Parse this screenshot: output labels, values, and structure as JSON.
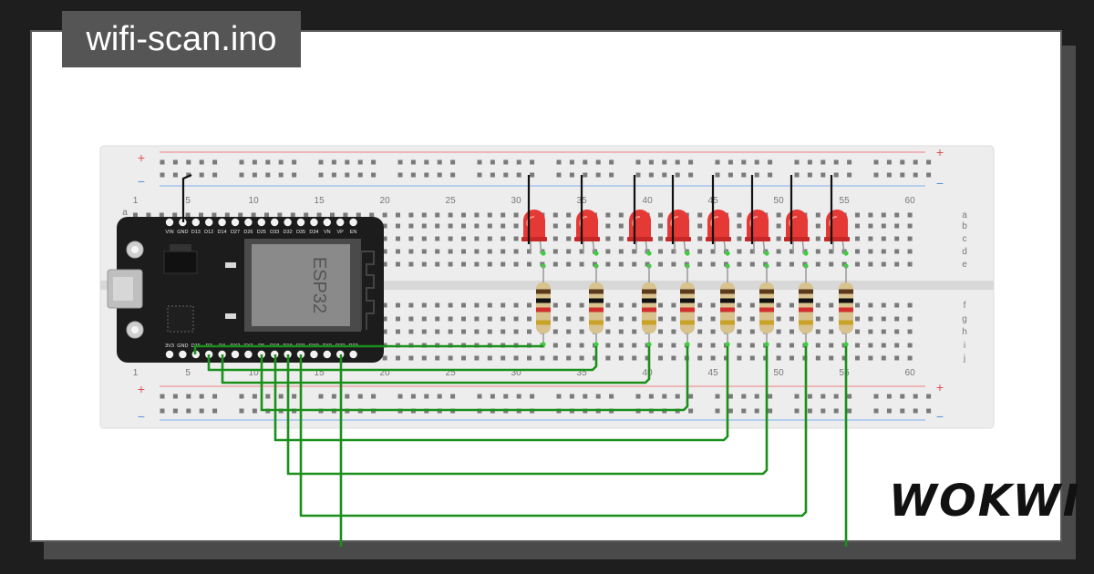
{
  "title": "wifi-scan.ino",
  "brand": "WOKWI",
  "breadboard": {
    "column_numbers": [
      "1",
      "5",
      "10",
      "15",
      "20",
      "25",
      "30",
      "35",
      "40",
      "45",
      "50",
      "55",
      "60"
    ],
    "row_letters_top": [
      "a",
      "b",
      "c",
      "d",
      "e"
    ],
    "row_letters_bottom": [
      "f",
      "g",
      "h",
      "i",
      "j"
    ],
    "rail_plus": "+",
    "rail_minus": "−"
  },
  "esp32": {
    "chip_label": "ESP32",
    "top_pins": [
      "VIN",
      "GND",
      "D13",
      "D12",
      "D14",
      "D27",
      "D26",
      "D25",
      "D33",
      "D32",
      "D35",
      "D34",
      "VN",
      "VP",
      "EN"
    ],
    "bottom_pins": [
      "3V3",
      "GND",
      "D15",
      "D2",
      "D4",
      "RX2",
      "TX2",
      "D5",
      "D18",
      "D19",
      "D21",
      "RX0",
      "TX0",
      "D22",
      "D23"
    ]
  },
  "leds": {
    "count": 8,
    "color": "#e53935"
  },
  "colors": {
    "wire_green": "#1a8f1a",
    "wire_black": "#111111",
    "board": "#1c1c1c",
    "breadboard": "#ededed"
  }
}
